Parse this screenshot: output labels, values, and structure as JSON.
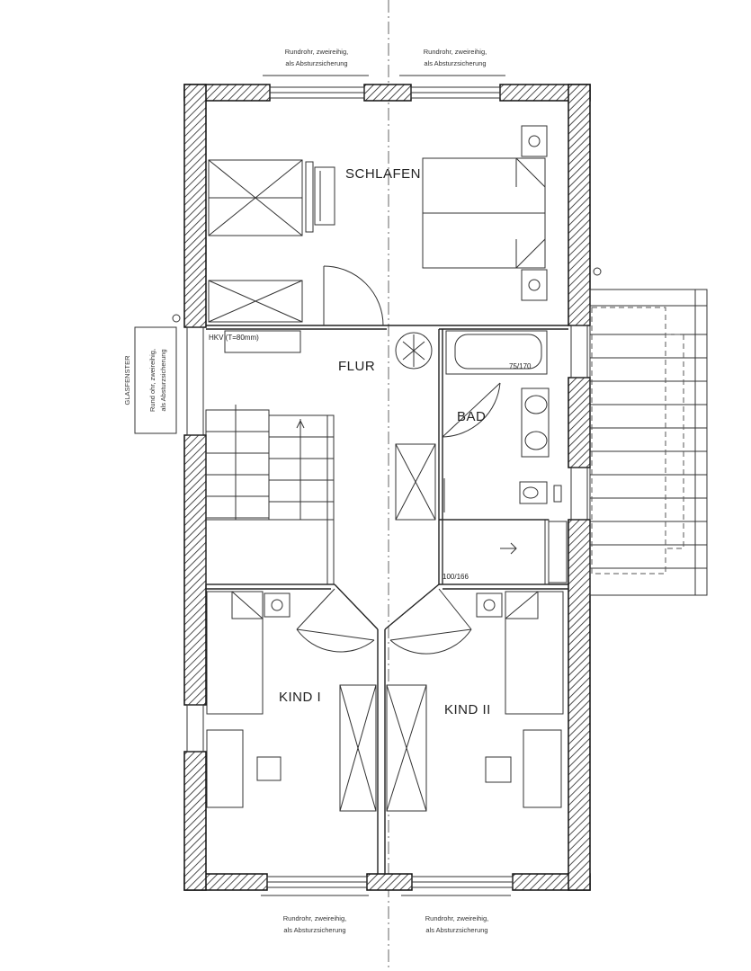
{
  "rooms": {
    "schlafen": "SCHLAFEN",
    "flur": "FLUR",
    "bad": "BAD",
    "kind1": "KIND I",
    "kind2": "KIND II"
  },
  "annotations": {
    "hwr_label": "HKV (T=80mm)",
    "bathtub_size": "75/170",
    "shower_size": "100/166"
  },
  "window_notes": {
    "top_left_line1": "Rundrohr, zweireihig,",
    "top_left_line2": "als Absturzsicherung",
    "top_right_line1": "Rundrohr, zweireihig,",
    "top_right_line2": "als Absturzsicherung",
    "left_line1": "Rund ohr, zweireihig,",
    "left_line2": "als Absturzsicherung",
    "left_vertical": "GLASFENSTER",
    "bottom_left_line1": "Rundrohr, zweireihig,",
    "bottom_left_line2": "als Absturzsicherung",
    "bottom_right_line1": "Rundrohr, zweireihig,",
    "bottom_right_line2": "als Absturzsicherung"
  }
}
